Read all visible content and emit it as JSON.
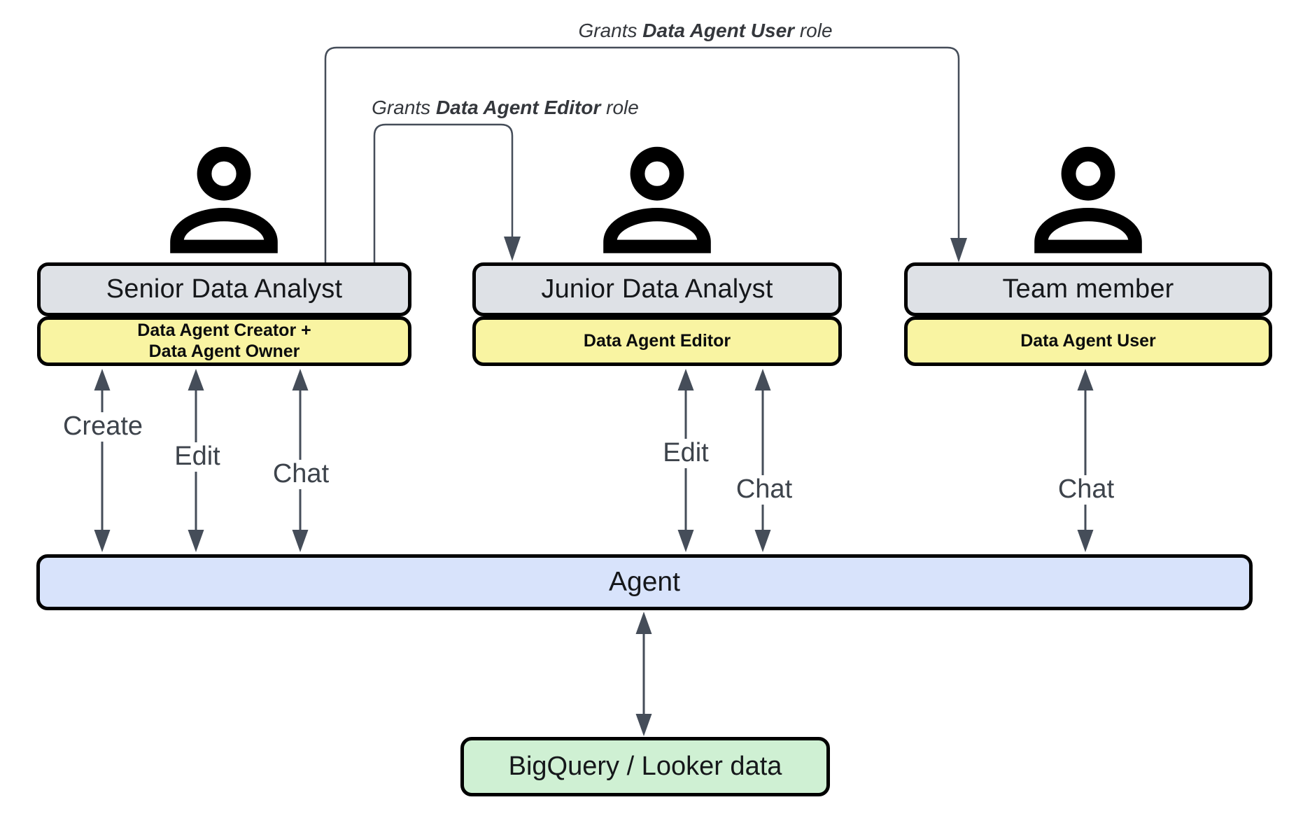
{
  "diagram": {
    "grant_user": {
      "prefix": "Grants ",
      "role": "Data Agent User",
      "suffix": " role"
    },
    "grant_editor": {
      "prefix": "Grants ",
      "role": "Data Agent Editor",
      "suffix": " role"
    },
    "actors": [
      {
        "title": "Senior Data Analyst",
        "roles": [
          "Data Agent Creator +",
          "Data Agent Owner"
        ]
      },
      {
        "title": "Junior Data Analyst",
        "roles": [
          "Data Agent Editor"
        ]
      },
      {
        "title": "Team member",
        "roles": [
          "Data Agent User"
        ]
      }
    ],
    "actions": {
      "senior": [
        "Create",
        "Edit",
        "Chat"
      ],
      "junior": [
        "Edit",
        "Chat"
      ],
      "team": [
        "Chat"
      ]
    },
    "agent_label": "Agent",
    "datastore_label": "BigQuery / Looker data",
    "colors": {
      "actor_box": "#dee1e6",
      "role_box": "#f9f4a2",
      "agent_bar": "#d8e3fb",
      "datastore_box": "#cff0d3",
      "arrow": "#454d59"
    }
  }
}
